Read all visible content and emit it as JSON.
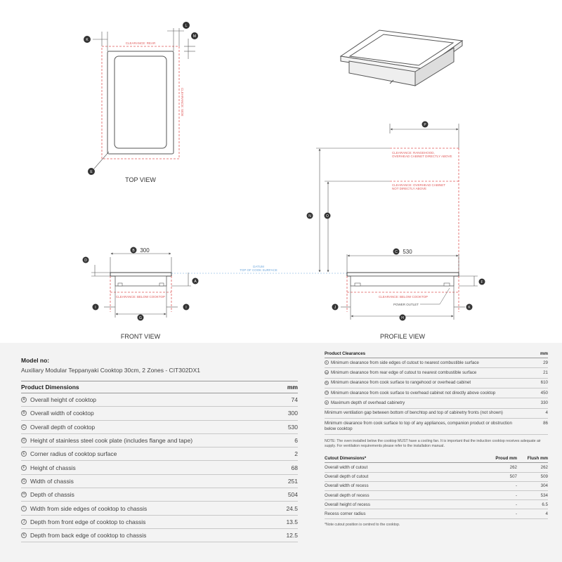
{
  "drawing": {
    "top_view": {
      "title": "TOP VIEW",
      "clearance_rear": "CLEARANCE: REAR",
      "clearance_side": "CLEARANCE: SIDE",
      "markers": {
        "k": "K",
        "l": "L",
        "m": "M",
        "e": "E"
      }
    },
    "front_view": {
      "title": "FRONT VIEW",
      "width_marker": "B",
      "width_value": "300",
      "clearance_below": "CLEARANCE: BELOW COOKTOP",
      "markers": {
        "d": "D",
        "a": "A",
        "i": "I",
        "i2": "I",
        "g": "G"
      }
    },
    "profile_view": {
      "title": "PROFILE VIEW",
      "depth_marker": "C",
      "depth_value": "530",
      "clearance_rangehood": [
        "CLEARANCE: RANGEHOOD,",
        "OVERHEAD CABINET DIRECTLY ABOVE"
      ],
      "clearance_overhead": [
        "CLEARANCE: OVERHEAD CABINET",
        "NOT DIRECTLY ABOVE"
      ],
      "clearance_below": "CLEARANCE: BELOW COOKTOP",
      "power_outlet": "POWER OUTLET",
      "markers": {
        "p": "P",
        "n": "N",
        "o": "O",
        "f": "F",
        "j": "J",
        "h": "H",
        "k": "K"
      }
    },
    "datum": [
      "DATUM",
      "TOP OF COOK SURFACE"
    ]
  },
  "model": {
    "label": "Model no:",
    "value": "Auxiliary Modular Teppanyaki Cooktop 30cm, 2 Zones - CIT302DX1"
  },
  "product_dimensions": {
    "header": "Product Dimensions",
    "unit": "mm",
    "rows": [
      {
        "key": "A",
        "label": "Overall height of cooktop",
        "value": "74"
      },
      {
        "key": "B",
        "label": "Overall width of cooktop",
        "value": "300"
      },
      {
        "key": "C",
        "label": "Overall depth of cooktop",
        "value": "530"
      },
      {
        "key": "D",
        "label": "Height of stainless steel cook plate (includes flange and tape)",
        "value": "6"
      },
      {
        "key": "E",
        "label": "Corner radius of cooktop surface",
        "value": "2"
      },
      {
        "key": "F",
        "label": "Height of chassis",
        "value": "68"
      },
      {
        "key": "G",
        "label": "Width of chassis",
        "value": "251"
      },
      {
        "key": "H",
        "label": "Depth of chassis",
        "value": "504"
      },
      {
        "key": "I",
        "label": "Width from side edges of cooktop to chassis",
        "value": "24.5"
      },
      {
        "key": "J",
        "label": "Depth from front edge of cooktop to chassis",
        "value": "13.5"
      },
      {
        "key": "K",
        "label": "Depth from back edge of cooktop to chassis",
        "value": "12.5"
      }
    ]
  },
  "product_clearances": {
    "header": "Product Clearances",
    "unit": "mm",
    "rows": [
      {
        "key": "L",
        "label": "Minimum clearance from side edges of cutout to nearest combustible surface",
        "value": "29"
      },
      {
        "key": "M",
        "label": "Minimum clearance from rear edge of cutout to nearest combustible surface",
        "value": "21"
      },
      {
        "key": "N",
        "label": "Minimum clearance from cook surface to rangehood or overhead cabinet",
        "value": "610"
      },
      {
        "key": "O",
        "label": "Minimum clearance from cook surface to overhead cabinet not directly above cooktop",
        "value": "450"
      },
      {
        "key": "P",
        "label": "Maximum depth of overhead cabinetry",
        "value": "330"
      },
      {
        "key": "",
        "label": "Minimum ventilation gap between bottom of benchtop and top of cabinetry fronts (not shown)",
        "value": "4"
      },
      {
        "key": "",
        "label": "Minimum clearance from cook surface to top of any appliances, companion product or obstruction below cooktop",
        "value": "86"
      }
    ],
    "note": "NOTE: The oven installed below the cooktop MUST have a cooling fan. It is important that the induction cooktop receives adequate air supply. For ventilation requirements please refer to the installation manual."
  },
  "cutout_dimensions": {
    "header": "Cutout Dimensions*",
    "col_proud": "Proud mm",
    "col_flush": "Flush mm",
    "rows": [
      {
        "label": "Overall width of cutout",
        "proud": "262",
        "flush": "262"
      },
      {
        "label": "Overall depth of cutout",
        "proud": "507",
        "flush": "509"
      },
      {
        "label": "Overall width of recess",
        "proud": "-",
        "flush": "304"
      },
      {
        "label": "Overall depth of recess",
        "proud": "-",
        "flush": "534"
      },
      {
        "label": "Overall height of recess",
        "proud": "-",
        "flush": "6.5"
      },
      {
        "label": "Recess corner radius",
        "proud": "-",
        "flush": "4"
      }
    ],
    "footnote": "*Note cutout position is centred to the cooktop."
  },
  "colors": {
    "line": "#555555",
    "clearance": "#e05a5a",
    "datum": "#6fa8dc",
    "panel_bg": "#f3f3f3"
  }
}
